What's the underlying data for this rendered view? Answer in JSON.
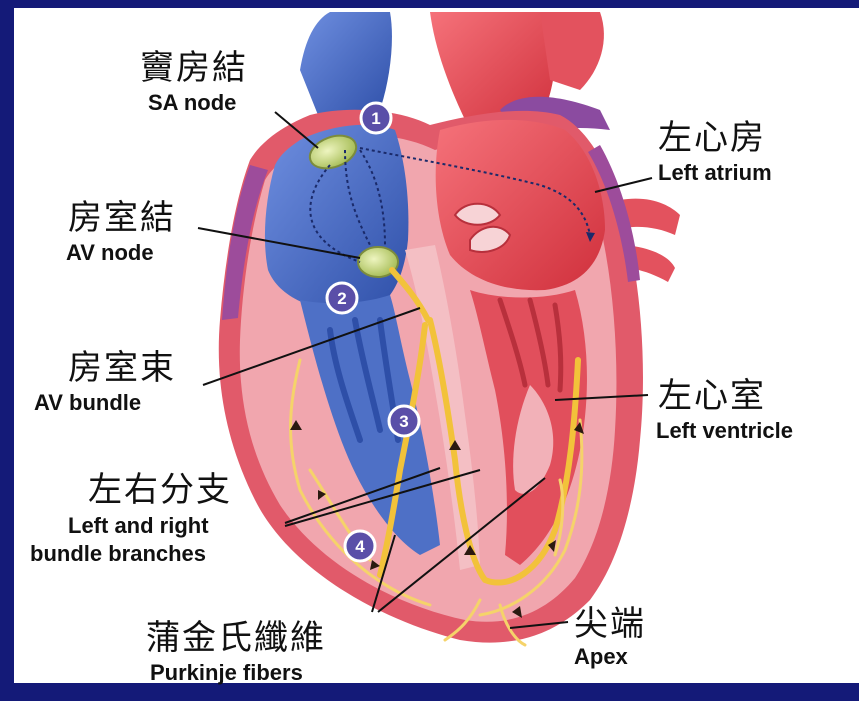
{
  "labels": {
    "sa_node": {
      "zh": "竇房結",
      "en": "SA node"
    },
    "av_node": {
      "zh": "房室結",
      "en": "AV node"
    },
    "av_bundle": {
      "zh": "房室束",
      "en": "AV bundle"
    },
    "bundle_branches": {
      "zh": "左右分支",
      "en_line1": "Left and right",
      "en_line2": "bundle branches"
    },
    "purkinje": {
      "zh": "蒲金氏纖維",
      "en": "Purkinje fibers"
    },
    "left_atrium": {
      "zh": "左心房",
      "en": "Left atrium"
    },
    "left_ventricle": {
      "zh": "左心室",
      "en": "Left ventricle"
    },
    "apex": {
      "zh": "尖端",
      "en": "Apex"
    }
  },
  "steps": [
    "1",
    "2",
    "3",
    "4"
  ],
  "colors": {
    "frame": "#141a78",
    "right_heart": "#4a6fc4",
    "left_heart": "#e8434f",
    "muscle": "#f2a8ae",
    "conduction": "#f2c23a",
    "node": "#c9d98a",
    "step_badge": "#5a4fa8"
  }
}
